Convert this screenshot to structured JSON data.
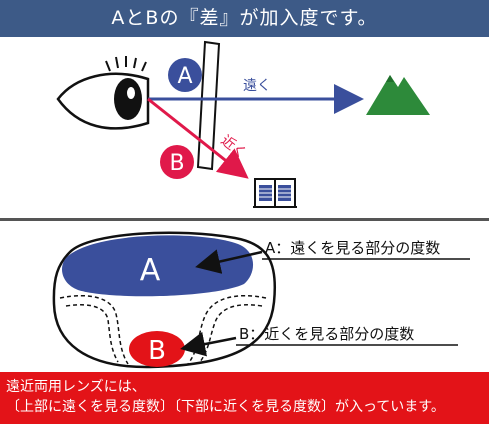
{
  "title": "AとBの『差』が加入度です。",
  "top": {
    "label_a": "A",
    "label_b": "B",
    "far_label": "遠く",
    "near_label": "近く",
    "colors": {
      "far": "#3a4f9c",
      "near": "#e0194a",
      "mountain": "#2d8a3a"
    }
  },
  "bottom": {
    "zone_a_letter": "A",
    "zone_b_letter": "B",
    "callout_a": "A：遠くを見る部分の度数",
    "callout_b": "B：近くを見る部分の度数",
    "colors": {
      "zone_a": "#3a4f9c",
      "zone_b": "#e31318"
    }
  },
  "footer": {
    "line1": "遠近両用レンズには、",
    "line2": "〔上部に遠くを見る度数〕〔下部に近くを見る度数〕が入っています。"
  }
}
